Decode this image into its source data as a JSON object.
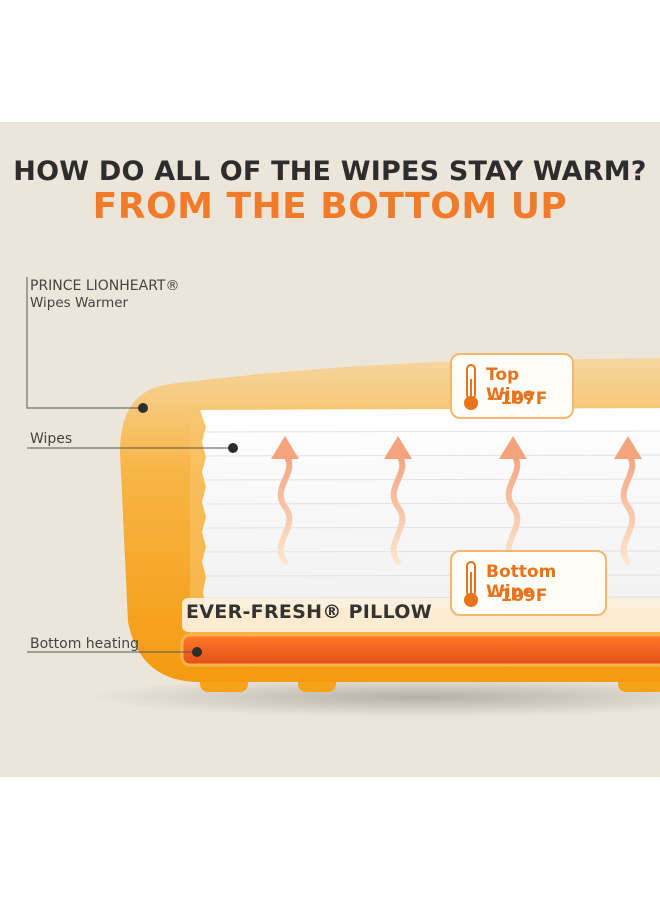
{
  "headline": "HOW DO ALL OF THE WIPES STAY WARM?",
  "subheadline": "FROM THE BOTTOM UP",
  "callouts": {
    "brand": "PRINCE LIONHEART®",
    "product": "Wipes Warmer",
    "wipes": "Wipes",
    "heating": "Bottom heating"
  },
  "top_wipe": {
    "label": "Top Wipe",
    "temp": "~107F"
  },
  "bottom_wipe": {
    "label": "Bottom Wipe",
    "temp": "~109F"
  },
  "pillow_label": "EVER-FRESH® PILLOW",
  "colors": {
    "background": "#ece6da",
    "accent_orange": "#f27b2a",
    "heater_red": "#ef5a1f",
    "warmer_gold": "#f7a21b"
  },
  "icons": [
    "thermometer-icon",
    "heat-arrow-icon"
  ]
}
